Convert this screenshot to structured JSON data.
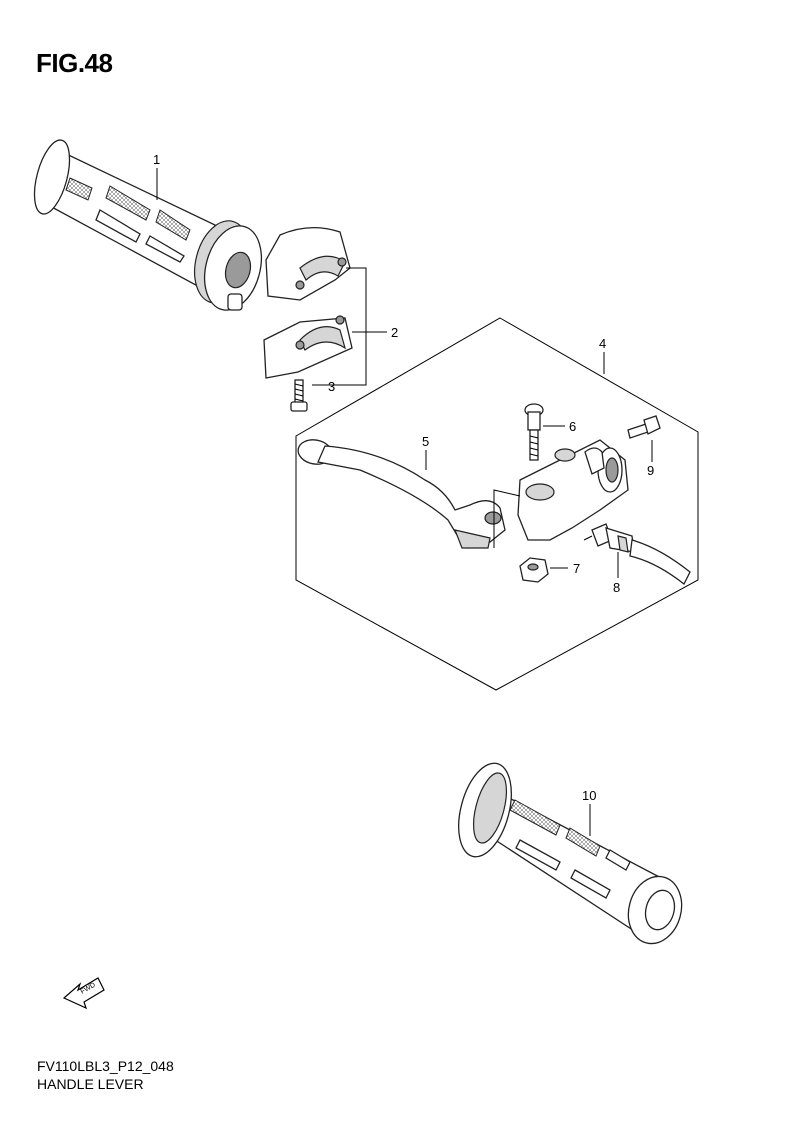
{
  "figure": {
    "title": "FIG.48",
    "code": "FV110LBL3_P12_048",
    "name": "HANDLE LEVER",
    "fwd_label": "FWD"
  },
  "callouts": [
    "1",
    "2",
    "3",
    "4",
    "5",
    "6",
    "7",
    "8",
    "9",
    "10"
  ]
}
